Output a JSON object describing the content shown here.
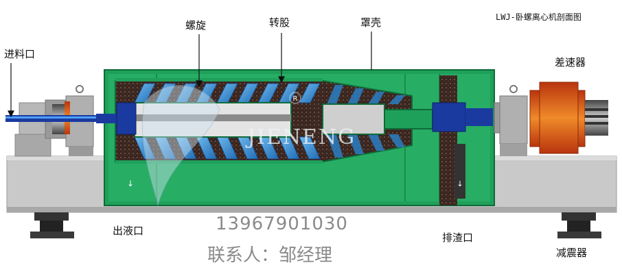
{
  "title": "LWJ-卧螺离心机剖面图",
  "labels": {
    "feed_inlet": "进料口",
    "screw": "螺旋",
    "drum": "转股",
    "housing": "罩壳",
    "differential": "差速器",
    "liquid_outlet": "出液口",
    "sludge_outlet": "排渣口",
    "damper": "减震器"
  },
  "watermark": {
    "brand_text": "JIENENG",
    "registered_mark": "R",
    "phone": "13967901030",
    "contact": "联系人：邹经理"
  },
  "colors": {
    "housing_green": "#1fa05a",
    "frame_gray": "#c9c9c9",
    "screw_blue": "#3a8fd6",
    "sludge_dark": "#3a2a24",
    "motor_orange": "#e0641e",
    "shaft_blue": "#1a3aa0",
    "watermark_gray": "#8a8a8a"
  }
}
